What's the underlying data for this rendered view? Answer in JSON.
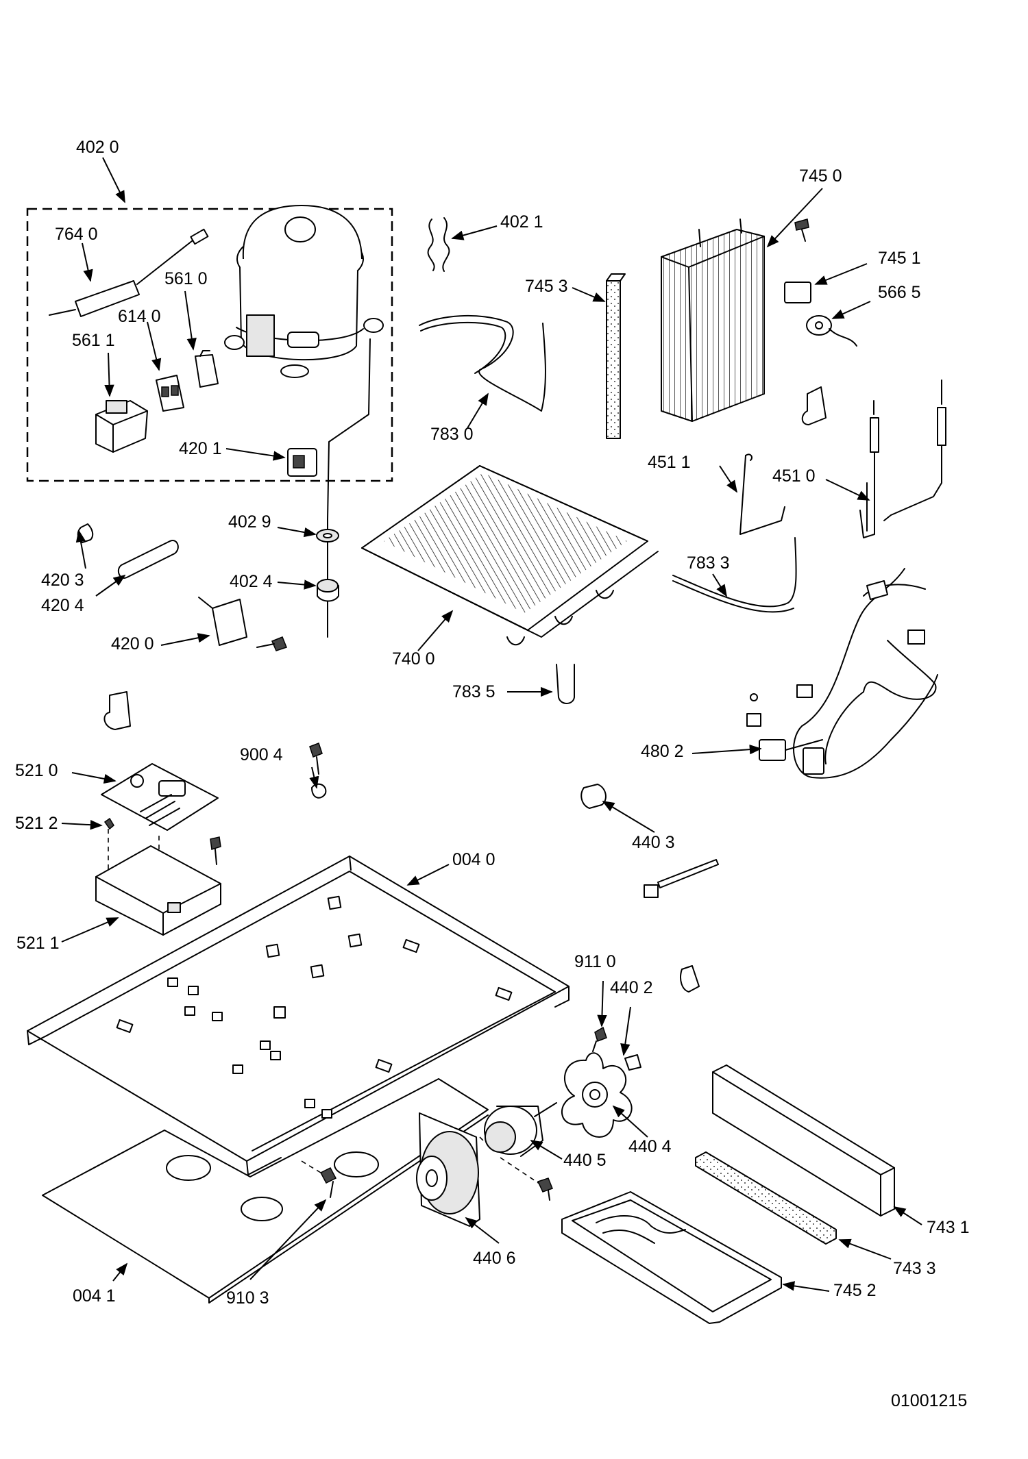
{
  "labels": {
    "p4020": "402 0",
    "p7640": "764 0",
    "p5610": "561 0",
    "p6140": "614 0",
    "p5611": "561 1",
    "p4201": "420 1",
    "p4021": "402 1",
    "p7453": "745 3",
    "p7830": "783 0",
    "p7450": "745 0",
    "p7451": "745 1",
    "p5665": "566 5",
    "p4511": "451 1",
    "p4510": "451 0",
    "p4029": "402 9",
    "p4024": "402 4",
    "p4203": "420 3",
    "p4204": "420 4",
    "p4200": "420 0",
    "p7400": "740 0",
    "p7833": "783 3",
    "p7835": "783 5",
    "p4802": "480 2",
    "p5210": "521 0",
    "p9004": "900 4",
    "p5212": "521 2",
    "p4403": "440 3",
    "p0040": "004 0",
    "p5211": "521 1",
    "p9110": "911 0",
    "p4402": "440 2",
    "p4404": "440 4",
    "p4405": "440 5",
    "p7431": "743 1",
    "p4406": "440 6",
    "p7433": "743 3",
    "p0041": "004 1",
    "p9103": "910 3",
    "p7452": "745 2"
  },
  "drawing_code": "01001215"
}
